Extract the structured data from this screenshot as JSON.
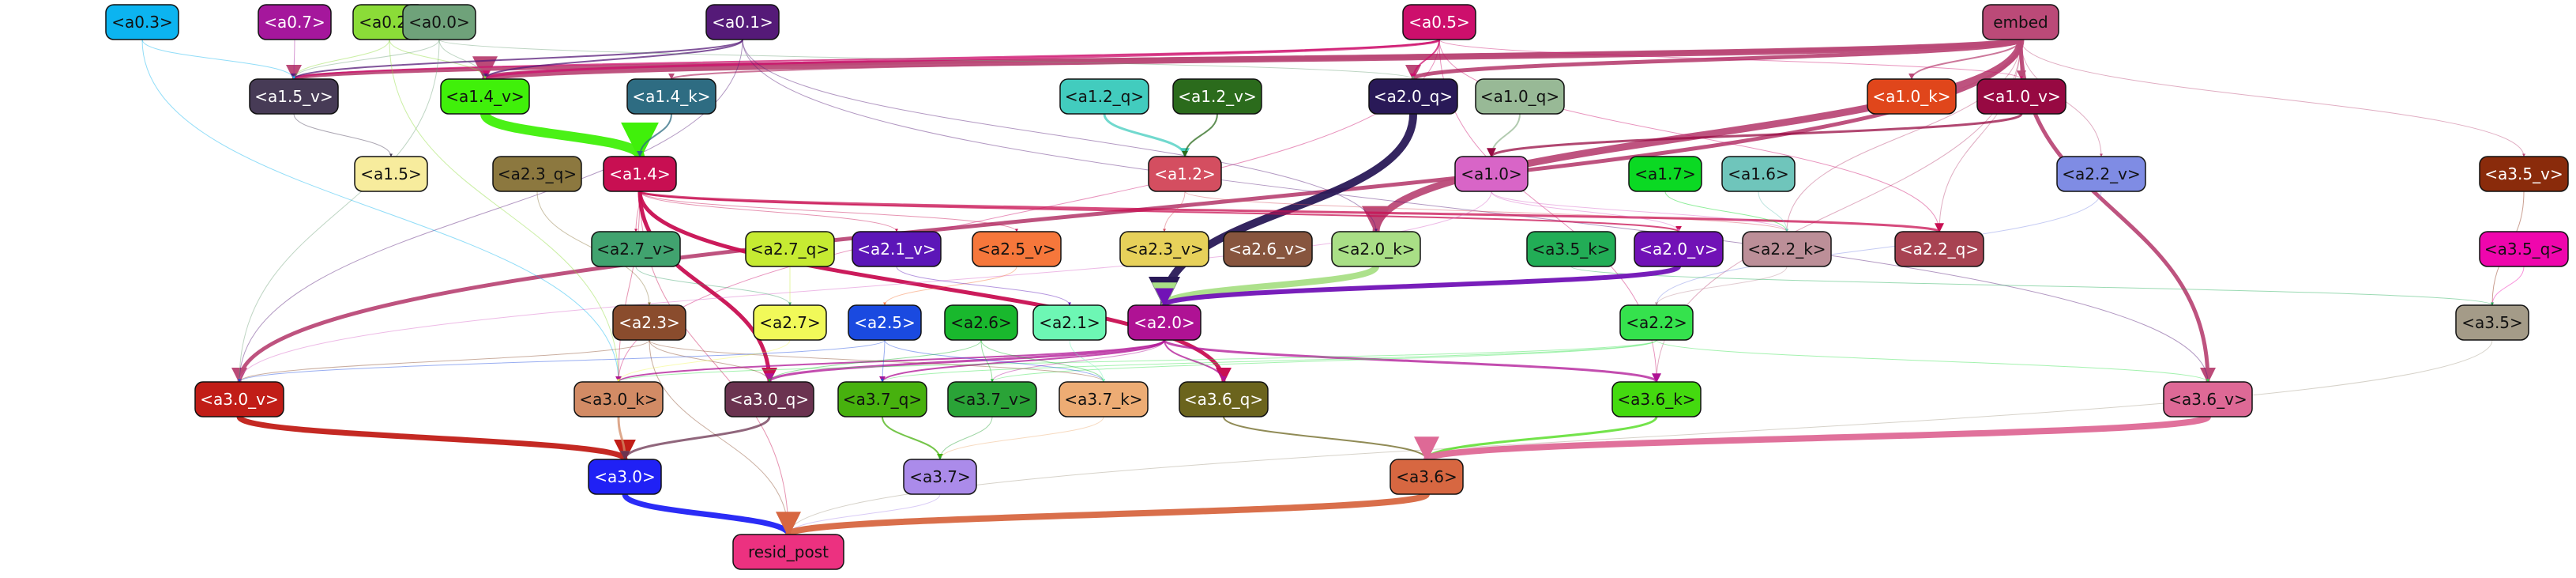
{
  "graph": {
    "nodes": [
      {
        "id": "embed",
        "label": "embed",
        "fill": "#bb4a78",
        "text": "#111111"
      },
      {
        "id": "a0.3",
        "label": "<a0.3>",
        "fill": "#0cb4f0",
        "text": "#111111"
      },
      {
        "id": "a0.7",
        "label": "<a0.7>",
        "fill": "#a5179c",
        "text": "#ffffff"
      },
      {
        "id": "a0.2",
        "label": "<a0.2>",
        "fill": "#8bdc38",
        "text": "#111111"
      },
      {
        "id": "a0.0",
        "label": "<a0.0>",
        "fill": "#6fa27a",
        "text": "#111111"
      },
      {
        "id": "a0.1",
        "label": "<a0.1>",
        "fill": "#551a78",
        "text": "#ffffff"
      },
      {
        "id": "a0.5",
        "label": "<a0.5>",
        "fill": "#cd0f6c",
        "text": "#ffffff"
      },
      {
        "id": "a1.5_v",
        "label": "<a1.5_v>",
        "fill": "#473b56",
        "text": "#ffffff"
      },
      {
        "id": "a1.4_v",
        "label": "<a1.4_v>",
        "fill": "#40f00a",
        "text": "#111111"
      },
      {
        "id": "a1.4_k",
        "label": "<a1.4_k>",
        "fill": "#2e6c82",
        "text": "#ffffff"
      },
      {
        "id": "a1.2_q",
        "label": "<a1.2_q>",
        "fill": "#42ccbe",
        "text": "#111111"
      },
      {
        "id": "a1.2_v",
        "label": "<a1.2_v>",
        "fill": "#2b6b1c",
        "text": "#ffffff"
      },
      {
        "id": "a2.0_q",
        "label": "<a2.0_q>",
        "fill": "#291957",
        "text": "#ffffff"
      },
      {
        "id": "a1.0_q",
        "label": "<a1.0_q>",
        "fill": "#98b996",
        "text": "#111111"
      },
      {
        "id": "a1.0_k",
        "label": "<a1.0_k>",
        "fill": "#e0461b",
        "text": "#ffffff"
      },
      {
        "id": "a1.0_v",
        "label": "<a1.0_v>",
        "fill": "#970942",
        "text": "#ffffff"
      },
      {
        "id": "a1.5",
        "label": "<a1.5>",
        "fill": "#f7ec9d",
        "text": "#111111"
      },
      {
        "id": "a2.3_q",
        "label": "<a2.3_q>",
        "fill": "#8c783f",
        "text": "#111111"
      },
      {
        "id": "a1.4",
        "label": "<a1.4>",
        "fill": "#c80f52",
        "text": "#ffffff"
      },
      {
        "id": "a1.2",
        "label": "<a1.2>",
        "fill": "#d44e60",
        "text": "#ffffff"
      },
      {
        "id": "a1.0",
        "label": "<a1.0>",
        "fill": "#d865c7",
        "text": "#111111"
      },
      {
        "id": "a1.7",
        "label": "<a1.7>",
        "fill": "#0bd923",
        "text": "#111111"
      },
      {
        "id": "a1.6",
        "label": "<a1.6>",
        "fill": "#6fc5bb",
        "text": "#111111"
      },
      {
        "id": "a2.2_v",
        "label": "<a2.2_v>",
        "fill": "#7f8ce4",
        "text": "#111111"
      },
      {
        "id": "a3.5_v",
        "label": "<a3.5_v>",
        "fill": "#8a2b0b",
        "text": "#ffffff"
      },
      {
        "id": "a2.7_v",
        "label": "<a2.7_v>",
        "fill": "#41a36f",
        "text": "#111111"
      },
      {
        "id": "a2.7_q",
        "label": "<a2.7_q>",
        "fill": "#c6eb32",
        "text": "#111111"
      },
      {
        "id": "a2.1_v",
        "label": "<a2.1_v>",
        "fill": "#5c16b8",
        "text": "#ffffff"
      },
      {
        "id": "a2.5_v",
        "label": "<a2.5_v>",
        "fill": "#f6773b",
        "text": "#111111"
      },
      {
        "id": "a2.3_v",
        "label": "<a2.3_v>",
        "fill": "#e7d15a",
        "text": "#111111"
      },
      {
        "id": "a2.6_v",
        "label": "<a2.6_v>",
        "fill": "#87553e",
        "text": "#ffffff"
      },
      {
        "id": "a2.0_k",
        "label": "<a2.0_k>",
        "fill": "#a9df86",
        "text": "#111111"
      },
      {
        "id": "a3.5_k",
        "label": "<a3.5_k>",
        "fill": "#22ad56",
        "text": "#111111"
      },
      {
        "id": "a2.0_v",
        "label": "<a2.0_v>",
        "fill": "#7112b6",
        "text": "#ffffff"
      },
      {
        "id": "a2.2_k",
        "label": "<a2.2_k>",
        "fill": "#bc8f98",
        "text": "#111111"
      },
      {
        "id": "a2.2_q",
        "label": "<a2.2_q>",
        "fill": "#a84352",
        "text": "#ffffff"
      },
      {
        "id": "a3.5_q",
        "label": "<a3.5_q>",
        "fill": "#ef06ad",
        "text": "#111111"
      },
      {
        "id": "a2.7",
        "label": "<a2.7>",
        "fill": "#f1f959",
        "text": "#111111"
      },
      {
        "id": "a2.3",
        "label": "<a2.3>",
        "fill": "#8a4c2d",
        "text": "#ffffff"
      },
      {
        "id": "a2.5",
        "label": "<a2.5>",
        "fill": "#1a4ae0",
        "text": "#ffffff"
      },
      {
        "id": "a2.6",
        "label": "<a2.6>",
        "fill": "#19b82d",
        "text": "#111111"
      },
      {
        "id": "a2.1",
        "label": "<a2.1>",
        "fill": "#6df7b4",
        "text": "#111111"
      },
      {
        "id": "a2.0",
        "label": "<a2.0>",
        "fill": "#af1294",
        "text": "#ffffff"
      },
      {
        "id": "a2.2",
        "label": "<a2.2>",
        "fill": "#35e24d",
        "text": "#111111"
      },
      {
        "id": "a3.5",
        "label": "<a3.5>",
        "fill": "#a49b88",
        "text": "#111111"
      },
      {
        "id": "a3.0_v",
        "label": "<a3.0_v>",
        "fill": "#c11d17",
        "text": "#ffffff"
      },
      {
        "id": "a3.0_k",
        "label": "<a3.0_k>",
        "fill": "#d28b65",
        "text": "#111111"
      },
      {
        "id": "a3.0_q",
        "label": "<a3.0_q>",
        "fill": "#6b3350",
        "text": "#ffffff"
      },
      {
        "id": "a3.7_q",
        "label": "<a3.7_q>",
        "fill": "#47b10e",
        "text": "#111111"
      },
      {
        "id": "a3.7_v",
        "label": "<a3.7_v>",
        "fill": "#2aa337",
        "text": "#111111"
      },
      {
        "id": "a3.7_k",
        "label": "<a3.7_k>",
        "fill": "#edac74",
        "text": "#111111"
      },
      {
        "id": "a3.6_q",
        "label": "<a3.6_q>",
        "fill": "#6b641d",
        "text": "#ffffff"
      },
      {
        "id": "a3.6_k",
        "label": "<a3.6_k>",
        "fill": "#44da0f",
        "text": "#111111"
      },
      {
        "id": "a3.6_v",
        "label": "<a3.6_v>",
        "fill": "#de6996",
        "text": "#111111"
      },
      {
        "id": "a3.0",
        "label": "<a3.0>",
        "fill": "#2021f5",
        "text": "#ffffff"
      },
      {
        "id": "a3.7",
        "label": "<a3.7>",
        "fill": "#ab8bea",
        "text": "#111111"
      },
      {
        "id": "a3.6",
        "label": "<a3.6>",
        "fill": "#d76741",
        "text": "#111111"
      },
      {
        "id": "resid_post",
        "label": "resid_post",
        "fill": "#ec3180",
        "text": "#111111"
      }
    ],
    "edges": [
      {
        "from": "embed",
        "to": "a1.4_v",
        "color": "#bb4a78",
        "weight": 8
      },
      {
        "from": "embed",
        "to": "a1.5_v",
        "color": "#bb4a78",
        "weight": 5
      },
      {
        "from": "embed",
        "to": "a3.0_v",
        "color": "#bb4a78",
        "weight": 5
      },
      {
        "from": "embed",
        "to": "a2.0_k",
        "color": "#bb4a78",
        "weight": 9
      },
      {
        "from": "embed",
        "to": "a3.6_v",
        "color": "#bb4a78",
        "weight": 5
      },
      {
        "from": "embed",
        "to": "a2.0_q",
        "color": "#bb4a78",
        "weight": 5
      },
      {
        "from": "embed",
        "to": "a1.0_v",
        "color": "#bb4a78",
        "weight": 3
      },
      {
        "from": "embed",
        "to": "a1.0_k",
        "color": "#bb4a78",
        "weight": 2
      },
      {
        "from": "embed",
        "to": "a1.4_k",
        "color": "#bb4a78",
        "weight": 2
      },
      {
        "from": "embed",
        "to": "a2.2_k",
        "color": "#bb4a78",
        "weight": 1
      },
      {
        "from": "embed",
        "to": "a2.2_q",
        "color": "#bb4a78",
        "weight": 1
      },
      {
        "from": "embed",
        "to": "a3.5_v",
        "color": "#bb4a78",
        "weight": 1
      },
      {
        "from": "embed",
        "to": "a3.6_k",
        "color": "#bb4a78",
        "weight": 1
      },
      {
        "from": "embed",
        "to": "a2.2_v",
        "color": "#bb4a78",
        "weight": 1
      },
      {
        "from": "a0.5",
        "to": "a1.4_v",
        "color": "#cd0f6c",
        "weight": 3
      },
      {
        "from": "a0.5",
        "to": "a1.5_v",
        "color": "#cd0f6c",
        "weight": 2
      },
      {
        "from": "a0.5",
        "to": "a2.0_q",
        "color": "#cd0f6c",
        "weight": 2
      },
      {
        "from": "a0.5",
        "to": "a1.0_v",
        "color": "#cd0f6c",
        "weight": 1
      },
      {
        "from": "a0.5",
        "to": "a2.2_q",
        "color": "#cd0f6c",
        "weight": 1
      },
      {
        "from": "a0.5",
        "to": "a3.0_k",
        "color": "#cd0f6c",
        "weight": 1
      },
      {
        "from": "a0.5",
        "to": "a3.6_k",
        "color": "#cd0f6c",
        "weight": 1
      },
      {
        "from": "a0.1",
        "to": "a1.5_v",
        "color": "#551a78",
        "weight": 2
      },
      {
        "from": "a0.1",
        "to": "a1.4_v",
        "color": "#551a78",
        "weight": 2
      },
      {
        "from": "a0.1",
        "to": "a3.0_v",
        "color": "#551a78",
        "weight": 1
      },
      {
        "from": "a0.1",
        "to": "a2.0_k",
        "color": "#551a78",
        "weight": 1
      },
      {
        "from": "a0.1",
        "to": "a3.6_v",
        "color": "#551a78",
        "weight": 1
      },
      {
        "from": "a0.0",
        "to": "a1.4_v",
        "color": "#6fa27a",
        "weight": 1
      },
      {
        "from": "a0.0",
        "to": "a1.5_v",
        "color": "#6fa27a",
        "weight": 1
      },
      {
        "from": "a0.0",
        "to": "a2.0_q",
        "color": "#6fa27a",
        "weight": 1
      },
      {
        "from": "a0.0",
        "to": "a3.0_v",
        "color": "#6fa27a",
        "weight": 1
      },
      {
        "from": "a0.2",
        "to": "a1.5_v",
        "color": "#8bdc38",
        "weight": 1
      },
      {
        "from": "a0.2",
        "to": "a1.4_v",
        "color": "#8bdc38",
        "weight": 1
      },
      {
        "from": "a0.2",
        "to": "a3.0_k",
        "color": "#8bdc38",
        "weight": 1
      },
      {
        "from": "a0.7",
        "to": "a1.5_v",
        "color": "#a5179c",
        "weight": 1
      },
      {
        "from": "a0.3",
        "to": "a1.5_v",
        "color": "#0cb4f0",
        "weight": 1
      },
      {
        "from": "a0.3",
        "to": "a3.0_k",
        "color": "#0cb4f0",
        "weight": 1
      },
      {
        "from": "a1.4_v",
        "to": "a1.4",
        "color": "#40f00a",
        "weight": 12
      },
      {
        "from": "a1.4_k",
        "to": "a1.4",
        "color": "#2e6c82",
        "weight": 2
      },
      {
        "from": "a1.5_v",
        "to": "a1.5",
        "color": "#473b56",
        "weight": 1
      },
      {
        "from": "a1.2_q",
        "to": "a1.2",
        "color": "#42ccbe",
        "weight": 3
      },
      {
        "from": "a1.2_v",
        "to": "a1.2",
        "color": "#2b6b1c",
        "weight": 2
      },
      {
        "from": "a1.0_q",
        "to": "a1.0",
        "color": "#98b996",
        "weight": 2
      },
      {
        "from": "a1.0_v",
        "to": "a1.0",
        "color": "#970942",
        "weight": 3
      },
      {
        "from": "a2.0_q",
        "to": "a2.0",
        "color": "#291957",
        "weight": 10
      },
      {
        "from": "a1.4",
        "to": "a3.6_q",
        "color": "#c80f52",
        "weight": 5
      },
      {
        "from": "a1.4",
        "to": "a3.0_q",
        "color": "#c80f52",
        "weight": 5
      },
      {
        "from": "a1.4",
        "to": "a2.2_q",
        "color": "#c80f52",
        "weight": 3
      },
      {
        "from": "a1.4",
        "to": "a2.0_v",
        "color": "#c80f52",
        "weight": 2
      },
      {
        "from": "a1.4",
        "to": "a2.7_v",
        "color": "#c80f52",
        "weight": 1
      },
      {
        "from": "a1.4",
        "to": "a2.1_v",
        "color": "#c80f52",
        "weight": 1
      },
      {
        "from": "a1.4",
        "to": "a2.5_v",
        "color": "#c80f52",
        "weight": 1
      },
      {
        "from": "a1.4",
        "to": "resid_post",
        "color": "#c80f52",
        "weight": 1
      },
      {
        "from": "a1.4",
        "to": "a3.0_k",
        "color": "#c80f52",
        "weight": 1
      },
      {
        "from": "a1.2",
        "to": "a2.3_v",
        "color": "#d44e60",
        "weight": 1
      },
      {
        "from": "a1.2",
        "to": "a2.2_k",
        "color": "#d44e60",
        "weight": 1
      },
      {
        "from": "a1.0",
        "to": "a2.0_v",
        "color": "#d865c7",
        "weight": 1
      },
      {
        "from": "a1.0",
        "to": "a2.2_k",
        "color": "#d865c7",
        "weight": 1
      },
      {
        "from": "a1.0",
        "to": "a3.0_v",
        "color": "#d865c7",
        "weight": 1
      },
      {
        "from": "a1.7",
        "to": "a2.2_k",
        "color": "#0bd923",
        "weight": 1
      },
      {
        "from": "a1.6",
        "to": "a2.2_k",
        "color": "#6fc5bb",
        "weight": 1
      },
      {
        "from": "a2.2_v",
        "to": "a2.2",
        "color": "#7f8ce4",
        "weight": 1
      },
      {
        "from": "a2.2_k",
        "to": "a2.2",
        "color": "#bc8f98",
        "weight": 1
      },
      {
        "from": "a3.5_v",
        "to": "a3.5",
        "color": "#8a2b0b",
        "weight": 1
      },
      {
        "from": "a3.5_q",
        "to": "a3.5",
        "color": "#ef06ad",
        "weight": 1
      },
      {
        "from": "a3.5_k",
        "to": "a3.5",
        "color": "#22ad56",
        "weight": 1
      },
      {
        "from": "a2.7_q",
        "to": "a2.7",
        "color": "#c6eb32",
        "weight": 1
      },
      {
        "from": "a2.7_v",
        "to": "a2.7",
        "color": "#41a36f",
        "weight": 1
      },
      {
        "from": "a2.3_q",
        "to": "a2.3",
        "color": "#8c783f",
        "weight": 1
      },
      {
        "from": "a2.5_v",
        "to": "a2.5",
        "color": "#f6773b",
        "weight": 1
      },
      {
        "from": "a2.1_v",
        "to": "a2.1",
        "color": "#5c16b8",
        "weight": 1
      },
      {
        "from": "a2.0_k",
        "to": "a2.0",
        "color": "#a9df86",
        "weight": 8
      },
      {
        "from": "a2.0_v",
        "to": "a2.0",
        "color": "#7112b6",
        "weight": 6
      },
      {
        "from": "a2.0",
        "to": "a3.0_q",
        "color": "#af1294",
        "weight": 3
      },
      {
        "from": "a2.0",
        "to": "a3.6_k",
        "color": "#af1294",
        "weight": 3
      },
      {
        "from": "a2.0",
        "to": "a3.7_q",
        "color": "#af1294",
        "weight": 2
      },
      {
        "from": "a2.0",
        "to": "a3.6_q",
        "color": "#af1294",
        "weight": 2
      },
      {
        "from": "a2.0",
        "to": "a3.0_k",
        "color": "#af1294",
        "weight": 2
      },
      {
        "from": "a2.0",
        "to": "a3.7_v",
        "color": "#af1294",
        "weight": 1
      },
      {
        "from": "a2.2",
        "to": "a3.7_q",
        "color": "#35e24d",
        "weight": 1
      },
      {
        "from": "a2.2",
        "to": "a3.6_v",
        "color": "#35e24d",
        "weight": 1
      },
      {
        "from": "a2.2",
        "to": "a3.0_k",
        "color": "#35e24d",
        "weight": 1
      },
      {
        "from": "a2.2",
        "to": "a3.7_v",
        "color": "#35e24d",
        "weight": 1
      },
      {
        "from": "a2.3",
        "to": "a3.0_v",
        "color": "#8a4c2d",
        "weight": 1
      },
      {
        "from": "a2.3",
        "to": "a3.0_q",
        "color": "#8a4c2d",
        "weight": 1
      },
      {
        "from": "a2.3",
        "to": "a3.7_k",
        "color": "#8a4c2d",
        "weight": 1
      },
      {
        "from": "a2.3",
        "to": "resid_post",
        "color": "#8a4c2d",
        "weight": 1
      },
      {
        "from": "a2.5",
        "to": "a3.7_q",
        "color": "#1a4ae0",
        "weight": 1
      },
      {
        "from": "a2.5",
        "to": "a3.7_k",
        "color": "#1a4ae0",
        "weight": 1
      },
      {
        "from": "a2.5",
        "to": "a3.0_v",
        "color": "#1a4ae0",
        "weight": 1
      },
      {
        "from": "a2.6",
        "to": "a3.7_v",
        "color": "#19b82d",
        "weight": 1
      },
      {
        "from": "a2.6",
        "to": "a3.0_q",
        "color": "#19b82d",
        "weight": 1
      },
      {
        "from": "a2.6",
        "to": "a3.7_k",
        "color": "#19b82d",
        "weight": 1
      },
      {
        "from": "a2.1",
        "to": "a3.7_k",
        "color": "#6df7b4",
        "weight": 1
      },
      {
        "from": "a2.7",
        "to": "a3.0_k",
        "color": "#f1f959",
        "weight": 1
      },
      {
        "from": "a3.5",
        "to": "resid_post",
        "color": "#a49b88",
        "weight": 1
      },
      {
        "from": "a3.0_v",
        "to": "a3.0",
        "color": "#c11d17",
        "weight": 7
      },
      {
        "from": "a3.0_k",
        "to": "a3.0",
        "color": "#d28b65",
        "weight": 3
      },
      {
        "from": "a3.0_q",
        "to": "a3.0",
        "color": "#6b3350",
        "weight": 3
      },
      {
        "from": "a3.7_q",
        "to": "a3.7",
        "color": "#47b10e",
        "weight": 2
      },
      {
        "from": "a3.7_k",
        "to": "a3.7",
        "color": "#edac74",
        "weight": 1
      },
      {
        "from": "a3.7_v",
        "to": "a3.7",
        "color": "#2aa337",
        "weight": 1
      },
      {
        "from": "a3.6_q",
        "to": "a3.6",
        "color": "#6b641d",
        "weight": 2
      },
      {
        "from": "a3.6_k",
        "to": "a3.6",
        "color": "#44da0f",
        "weight": 3
      },
      {
        "from": "a3.6_v",
        "to": "a3.6",
        "color": "#de6996",
        "weight": 8
      },
      {
        "from": "a3.0",
        "to": "resid_post",
        "color": "#2021f5",
        "weight": 7
      },
      {
        "from": "a3.7",
        "to": "resid_post",
        "color": "#ab8bea",
        "weight": 1
      },
      {
        "from": "a3.6",
        "to": "resid_post",
        "color": "#d76741",
        "weight": 8
      }
    ]
  }
}
